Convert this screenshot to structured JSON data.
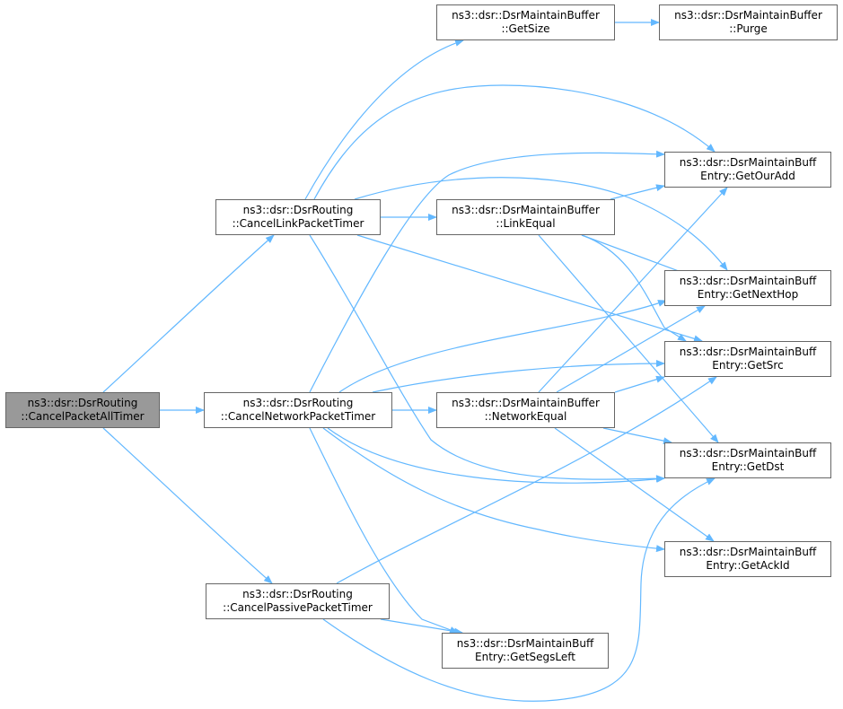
{
  "colors": {
    "edge": "#63b8ff",
    "node_border": "#666666",
    "root_fill": "#999999",
    "node_fill": "#ffffff"
  },
  "nodes": {
    "cancel_packet_all_timer": {
      "line1": "ns3::dsr::DsrRouting",
      "line2": "::CancelPacketAllTimer"
    },
    "cancel_link_packet_timer": {
      "line1": "ns3::dsr::DsrRouting",
      "line2": "::CancelLinkPacketTimer"
    },
    "cancel_network_packet_timer": {
      "line1": "ns3::dsr::DsrRouting",
      "line2": "::CancelNetworkPacketTimer"
    },
    "cancel_passive_packet_timer": {
      "line1": "ns3::dsr::DsrRouting",
      "line2": "::CancelPassivePacketTimer"
    },
    "buffer_get_size": {
      "line1": "ns3::dsr::DsrMaintainBuffer",
      "line2": "::GetSize"
    },
    "buffer_purge": {
      "line1": "ns3::dsr::DsrMaintainBuffer",
      "line2": "::Purge"
    },
    "buffer_link_equal": {
      "line1": "ns3::dsr::DsrMaintainBuffer",
      "line2": "::LinkEqual"
    },
    "buffer_network_equal": {
      "line1": "ns3::dsr::DsrMaintainBuffer",
      "line2": "::NetworkEqual"
    },
    "entry_get_our_add": {
      "line1": "ns3::dsr::DsrMaintainBuff",
      "line2": "Entry::GetOurAdd"
    },
    "entry_get_next_hop": {
      "line1": "ns3::dsr::DsrMaintainBuff",
      "line2": "Entry::GetNextHop"
    },
    "entry_get_src": {
      "line1": "ns3::dsr::DsrMaintainBuff",
      "line2": "Entry::GetSrc"
    },
    "entry_get_dst": {
      "line1": "ns3::dsr::DsrMaintainBuff",
      "line2": "Entry::GetDst"
    },
    "entry_get_ack_id": {
      "line1": "ns3::dsr::DsrMaintainBuff",
      "line2": "Entry::GetAckId"
    },
    "entry_get_segs_left": {
      "line1": "ns3::dsr::DsrMaintainBuff",
      "line2": "Entry::GetSegsLeft"
    }
  },
  "edges": [
    [
      "cancel_packet_all_timer",
      "cancel_link_packet_timer"
    ],
    [
      "cancel_packet_all_timer",
      "cancel_network_packet_timer"
    ],
    [
      "cancel_packet_all_timer",
      "cancel_passive_packet_timer"
    ],
    [
      "cancel_link_packet_timer",
      "buffer_get_size"
    ],
    [
      "buffer_get_size",
      "buffer_purge"
    ],
    [
      "cancel_link_packet_timer",
      "entry_get_our_add"
    ],
    [
      "cancel_link_packet_timer",
      "buffer_link_equal"
    ],
    [
      "cancel_link_packet_timer",
      "entry_get_next_hop"
    ],
    [
      "cancel_link_packet_timer",
      "entry_get_src"
    ],
    [
      "cancel_link_packet_timer",
      "entry_get_dst"
    ],
    [
      "buffer_link_equal",
      "entry_get_our_add"
    ],
    [
      "buffer_link_equal",
      "entry_get_next_hop"
    ],
    [
      "buffer_link_equal",
      "entry_get_src"
    ],
    [
      "buffer_link_equal",
      "entry_get_dst"
    ],
    [
      "cancel_network_packet_timer",
      "entry_get_our_add"
    ],
    [
      "cancel_network_packet_timer",
      "buffer_network_equal"
    ],
    [
      "cancel_network_packet_timer",
      "entry_get_next_hop"
    ],
    [
      "cancel_network_packet_timer",
      "entry_get_src"
    ],
    [
      "cancel_network_packet_timer",
      "entry_get_dst"
    ],
    [
      "cancel_network_packet_timer",
      "entry_get_ack_id"
    ],
    [
      "cancel_network_packet_timer",
      "entry_get_segs_left"
    ],
    [
      "buffer_network_equal",
      "entry_get_our_add"
    ],
    [
      "buffer_network_equal",
      "entry_get_next_hop"
    ],
    [
      "buffer_network_equal",
      "entry_get_src"
    ],
    [
      "buffer_network_equal",
      "entry_get_dst"
    ],
    [
      "buffer_network_equal",
      "entry_get_ack_id"
    ],
    [
      "cancel_passive_packet_timer",
      "entry_get_src"
    ],
    [
      "cancel_passive_packet_timer",
      "entry_get_dst"
    ],
    [
      "cancel_passive_packet_timer",
      "entry_get_segs_left"
    ]
  ]
}
